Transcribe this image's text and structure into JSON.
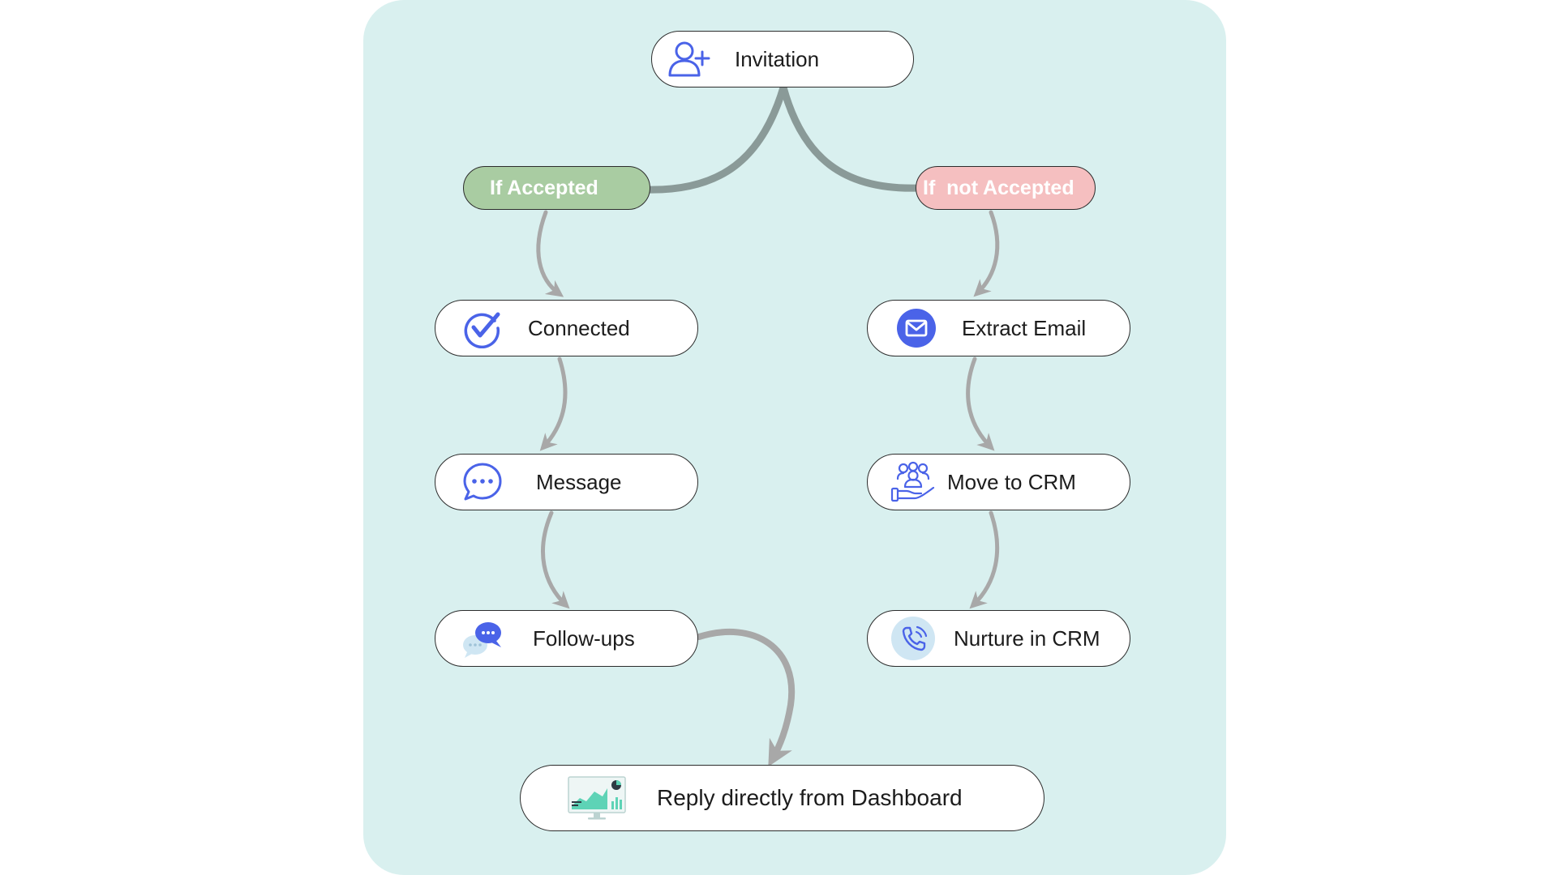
{
  "colors": {
    "panel_background": "#d9f0ef",
    "accepted_pill": "#a9cca2",
    "not_accepted_pill": "#f5bfc0",
    "icon_blue": "#4a63e8",
    "arrow_gray": "#a8a8a8",
    "branch_gray": "#8a9a98"
  },
  "start": {
    "label": "Invitation",
    "icon": "add-user-icon"
  },
  "branches": {
    "accepted": {
      "label": "If Accepted"
    },
    "not_accepted": {
      "label": "If  not Accepted"
    }
  },
  "accepted_steps": [
    {
      "label": "Connected",
      "icon": "check-circle-icon"
    },
    {
      "label": "Message",
      "icon": "chat-bubble-icon"
    },
    {
      "label": "Follow-ups",
      "icon": "chat-bubbles-icon"
    }
  ],
  "not_accepted_steps": [
    {
      "label": "Extract Email",
      "icon": "envelope-icon"
    },
    {
      "label": "Move to CRM",
      "icon": "team-hand-icon"
    },
    {
      "label": "Nurture in CRM",
      "icon": "phone-call-icon"
    }
  ],
  "end": {
    "label": "Reply directly from Dashboard",
    "icon": "dashboard-monitor-icon"
  }
}
